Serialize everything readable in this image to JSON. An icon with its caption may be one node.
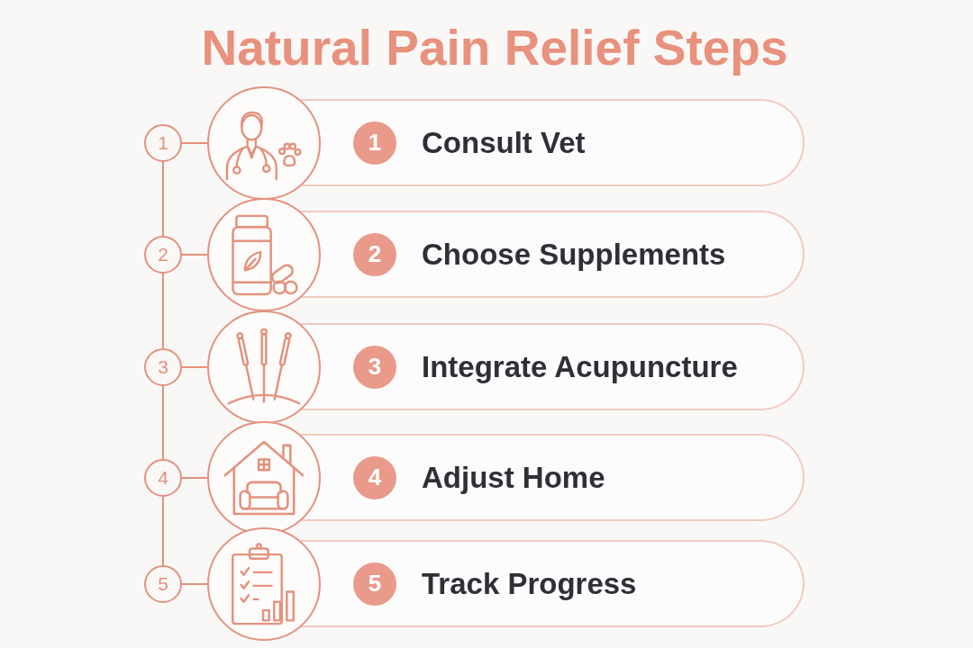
{
  "diagram": {
    "title": "Natural Pain Relief Steps",
    "nodes": [
      {
        "text": [
          "1"
        ]
      },
      {
        "text": [],
        "shape": "circle"
      },
      {
        "text": [
          "Consult Vet"
        ]
      },
      {
        "text": [
          "1"
        ],
        "in": 2
      },
      {
        "text": [
          "2"
        ]
      },
      {
        "text": [],
        "shape": "circle"
      },
      {
        "text": [
          "Choose Supplements"
        ]
      },
      {
        "text": [
          "2"
        ],
        "in": 6
      },
      {
        "text": [
          "3"
        ]
      },
      {
        "text": [],
        "shape": "circle"
      },
      {
        "text": [
          "Integrate Acupuncture"
        ]
      },
      {
        "text": [
          "3"
        ],
        "in": 10
      },
      {
        "text": [
          "4"
        ]
      },
      {
        "text": [],
        "shape": "circle"
      },
      {
        "text": [
          "Adjust Home"
        ]
      },
      {
        "text": [
          "4"
        ],
        "in": 14
      },
      {
        "text": [
          "5"
        ]
      },
      {
        "text": [],
        "shape": "circle"
      },
      {
        "text": [
          "Track Progress"
        ]
      },
      {
        "text": [
          "5"
        ],
        "in": 18
      }
    ],
    "edges": [
      {
        "from": 0,
        "to": 1,
        "arrow": "none"
      },
      {
        "from": 0,
        "to": 4,
        "arrow": "none"
      },
      {
        "from": 4,
        "to": 5,
        "arrow": "none"
      },
      {
        "from": 4,
        "to": 8,
        "arrow": "none"
      },
      {
        "from": 8,
        "to": 9,
        "arrow": "none"
      },
      {
        "from": 8,
        "to": 12,
        "arrow": "none"
      },
      {
        "from": 12,
        "to": 13,
        "arrow": "none"
      },
      {
        "from": 12,
        "to": 16,
        "arrow": "none"
      },
      {
        "from": 16,
        "to": 17,
        "arrow": "none"
      }
    ]
  }
}
